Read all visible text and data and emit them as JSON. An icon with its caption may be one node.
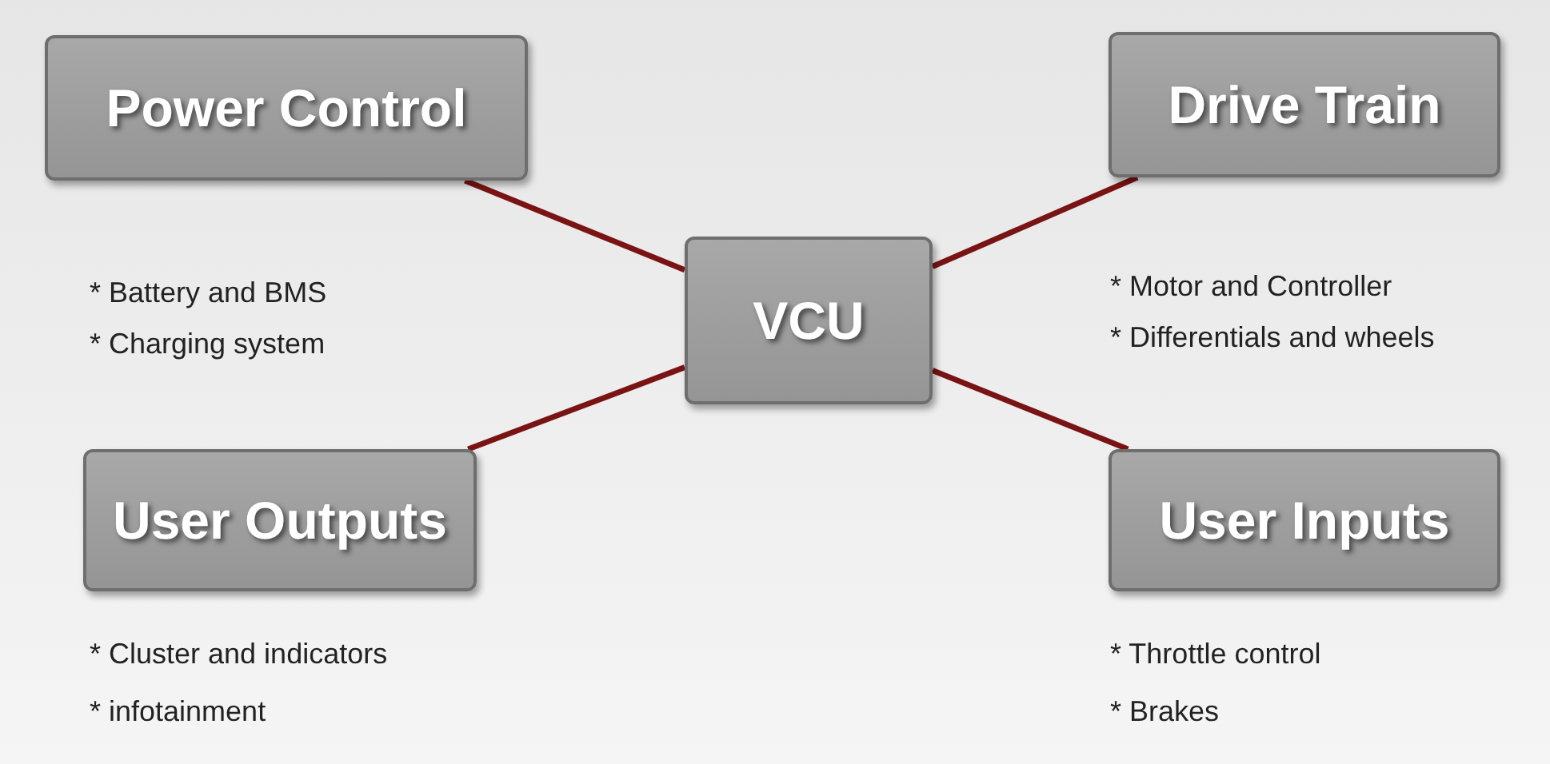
{
  "diagram": {
    "nodes": [
      {
        "text": [
          "Power Control"
        ],
        "beside": [
          "* Battery and BMS",
          "* Charging system"
        ]
      },
      {
        "text": [
          "Drive Train"
        ],
        "beside": [
          "* Motor and Controller",
          "* Differentials and wheels"
        ]
      },
      {
        "text": [
          "VCU"
        ]
      },
      {
        "text": [
          "User Outputs"
        ],
        "beside": [
          "* Cluster and indicators",
          "* infotainment"
        ]
      },
      {
        "text": [
          "User Inputs"
        ],
        "beside": [
          "* Throttle control",
          "* Brakes"
        ]
      }
    ],
    "edges": [
      {
        "from": 0,
        "to": 2,
        "arrow": "none"
      },
      {
        "from": 1,
        "to": 2,
        "arrow": "none"
      },
      {
        "from": 3,
        "to": 2,
        "arrow": "none"
      },
      {
        "from": 4,
        "to": 2,
        "arrow": "none"
      }
    ]
  }
}
